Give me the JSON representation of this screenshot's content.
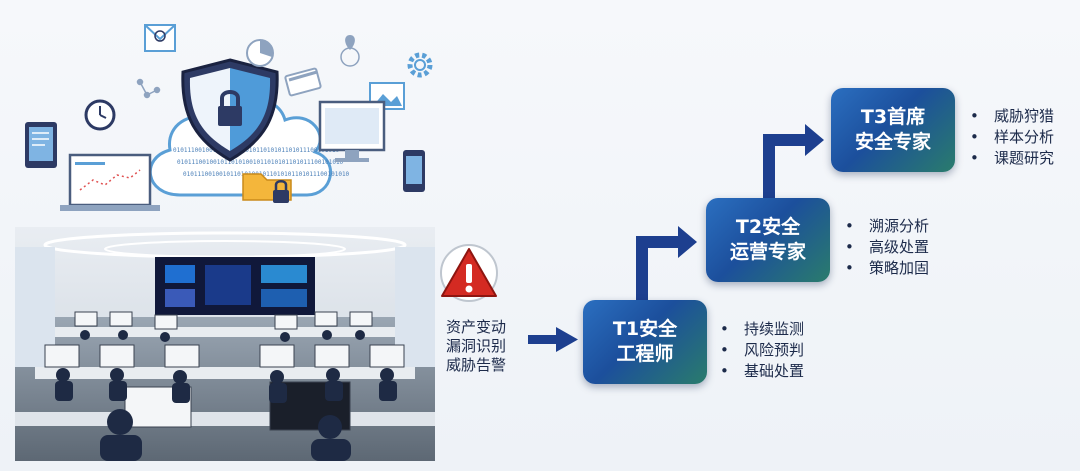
{
  "colors": {
    "tier_gradient_start": "#2b6fc0",
    "tier_gradient_mid": "#1c4f9c",
    "tier_gradient_end": "#2a7c6c",
    "arrow": "#1d3f8f",
    "warning_red": "#d42a22",
    "text": "#1c2a4a"
  },
  "images": {
    "security_illustration": {
      "icons": [
        "shield-lock-icon",
        "cloud-icon",
        "laptop-icon",
        "monitor-icon",
        "phone-icon",
        "tablet-icon",
        "clock-icon",
        "gear-icon",
        "folder-lock-icon",
        "pie-chart-icon",
        "credit-card-icon",
        "image-icon",
        "envelope-icon",
        "location-pin-icon"
      ],
      "binary_text": "0101110010010110101001011010101101011100101010"
    },
    "soc_photo": {
      "icon": "operations-center-photo"
    }
  },
  "threats": {
    "icon": "warning-icon",
    "lines": [
      "资产变动",
      "漏洞识别",
      "威胁告警"
    ]
  },
  "tiers": [
    {
      "title_lines": [
        "T1安全",
        "工程师"
      ],
      "duties": [
        "持续监测",
        "风险预判",
        "基础处置"
      ]
    },
    {
      "title_lines": [
        "T2安全",
        "运营专家"
      ],
      "duties": [
        "溯源分析",
        "高级处置",
        "策略加固"
      ]
    },
    {
      "title_lines": [
        "T3首席",
        "安全专家"
      ],
      "duties": [
        "威胁狩猎",
        "样本分析",
        "课题研究"
      ]
    }
  ]
}
